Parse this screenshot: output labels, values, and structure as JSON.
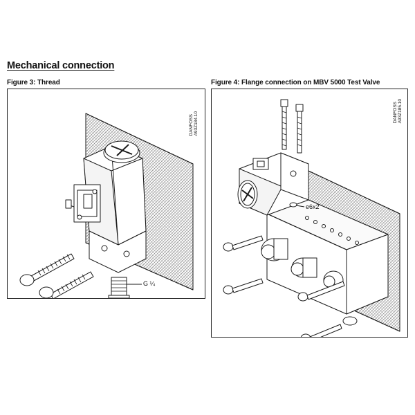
{
  "page": {
    "heading": "Mechanical connection"
  },
  "figure3": {
    "caption": "Figure 3: Thread",
    "code_line1": "DANFOSS",
    "code_line2": "A93Z184.10",
    "thread_label": "G ¼"
  },
  "figure4": {
    "caption": "Figure 4: Flange connection on MBV 5000 Test Valve",
    "code_line1": "DANFOSS",
    "code_line2": "A93Z185.10",
    "oring_label": "e6x2"
  },
  "colors": {
    "line": "#1a1a1a",
    "wall_hatch": "#6a6a6a",
    "background": "#ffffff"
  }
}
